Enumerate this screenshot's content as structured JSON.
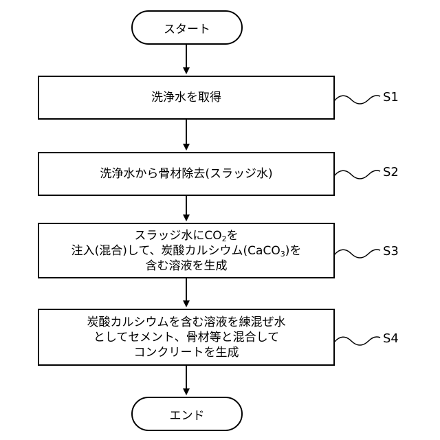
{
  "start": {
    "label": "スタート"
  },
  "end": {
    "label": "エンド"
  },
  "steps": [
    {
      "id": "S1",
      "lines": [
        "洗浄水を取得"
      ]
    },
    {
      "id": "S2",
      "lines": [
        "洗浄水から骨材除去(スラッジ水)"
      ]
    },
    {
      "id": "S3",
      "lines": [
        [
          "スラッジ水にCO",
          "2",
          "を"
        ],
        [
          "注入(混合)して、炭酸カルシウム(CaCO",
          "3",
          ")を"
        ],
        [
          "含む溶液を生成"
        ]
      ]
    },
    {
      "id": "S4",
      "lines": [
        "炭酸カルシウムを含む溶液を練混ぜ水",
        "としてセメント、骨材等と混合して",
        "コンクリートを生成"
      ]
    }
  ]
}
